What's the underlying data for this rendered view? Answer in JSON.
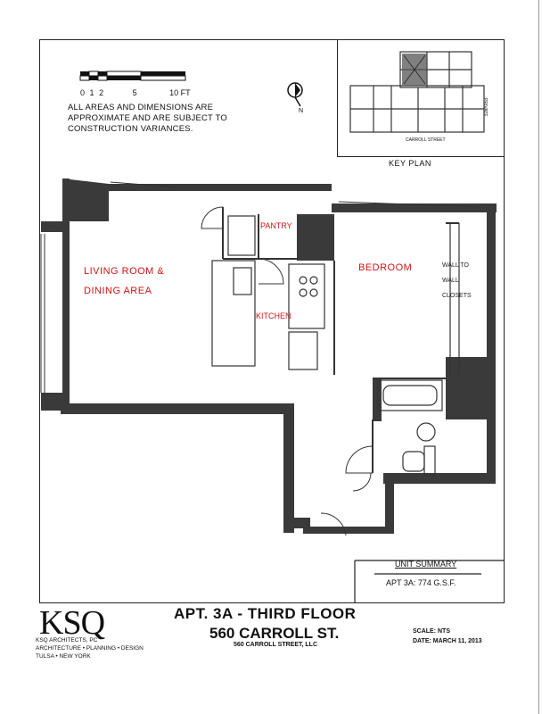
{
  "scale": {
    "ticks": [
      "0",
      "1",
      "2",
      "5",
      "10 FT"
    ]
  },
  "note": [
    "ALL AREAS AND DIMENSIONS ARE",
    "APPROXIMATE AND ARE SUBJECT TO",
    "CONSTRUCTION VARIANCES."
  ],
  "keyplan": {
    "label": "KEY PLAN",
    "street": "CARROLL STREET",
    "side": "PRIVATE"
  },
  "rooms": {
    "living_1": "LIVING ROOM &",
    "living_2": "DINING AREA",
    "bedroom": "BEDROOM",
    "pantry": "PANTRY",
    "kitchen": "KITCHEN"
  },
  "closets": [
    "WALL TO",
    "WALL",
    "CLOSETS"
  ],
  "unit_summary": {
    "title": "UNIT SUMMARY",
    "value": "APT 3A:  774 G.S.F."
  },
  "firm": {
    "logo": "KSQ",
    "line1": "KSQ ARCHITECTS, PC",
    "line2": "ARCHITECTURE • PLANNING • DESIGN",
    "line3": "TULSA • NEW YORK"
  },
  "title": {
    "apt": "APT. 3A - THIRD FLOOR",
    "address": "560 CARROLL ST.",
    "owner": "560 CARROLL STREET, LLC"
  },
  "meta": {
    "scale": "SCALE: NTS",
    "date": "DATE:   MARCH 11, 2013"
  }
}
